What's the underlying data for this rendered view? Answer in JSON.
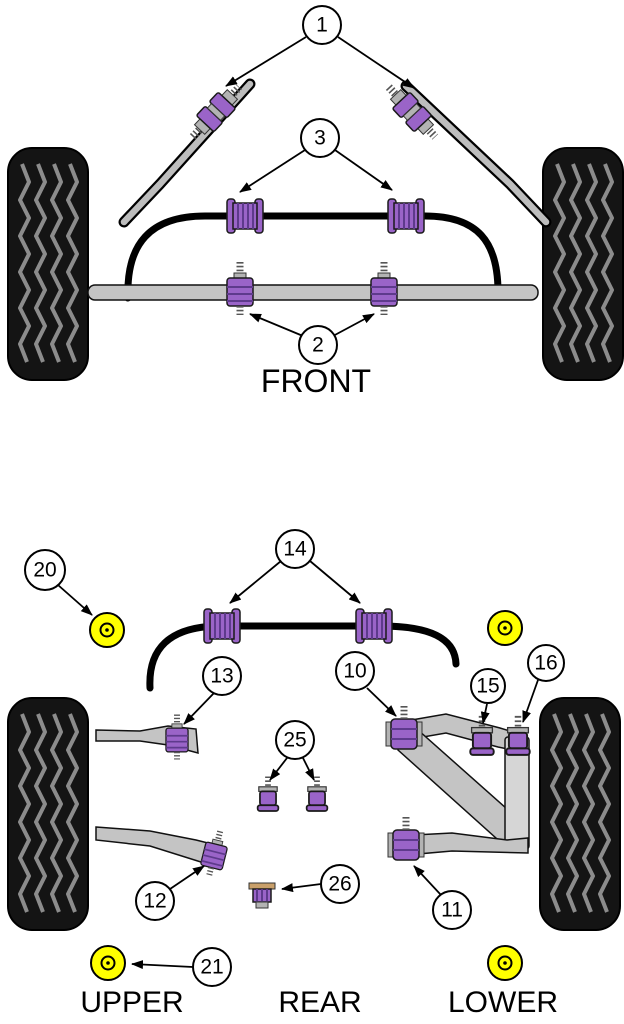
{
  "labels": {
    "front": "FRONT",
    "upper": "UPPER",
    "rear": "REAR",
    "lower": "LOWER"
  },
  "callouts": {
    "c1": "1",
    "c2": "2",
    "c3": "3",
    "c10": "10",
    "c11": "11",
    "c12": "12",
    "c13": "13",
    "c14": "14",
    "c15": "15",
    "c16": "16",
    "c20": "20",
    "c21": "21",
    "c25": "25",
    "c26": "26"
  },
  "colors": {
    "bushing_purple": "#9A64C8",
    "bushing_rib": "#5E3A8C",
    "bushing_yellow": "#FFFF00",
    "metal_gray": "#C4C4C4",
    "bar_black": "#000000",
    "tire_black": "#141414",
    "tread_groove": "#8C8C8C",
    "bush26_cap": "#C9A06A"
  }
}
